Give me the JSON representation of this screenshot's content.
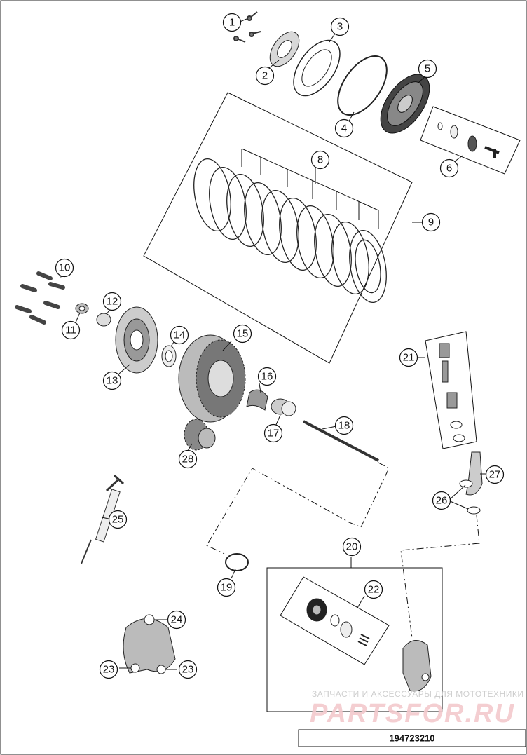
{
  "diagram": {
    "document_number": "194723210",
    "watermark": {
      "tagline": "ЗАПЧАСТИ И АКСЕССУАРЫ ДЛЯ МОТОТЕХНИКИ",
      "brand": "PARTSFOR.RU"
    },
    "callouts": [
      "1",
      "2",
      "3",
      "4",
      "5",
      "6",
      "8",
      "9",
      "10",
      "11",
      "12",
      "13",
      "14",
      "15",
      "16",
      "17",
      "18",
      "19",
      "20",
      "21",
      "22",
      "23",
      "23",
      "24",
      "25",
      "26",
      "27",
      "28"
    ]
  }
}
